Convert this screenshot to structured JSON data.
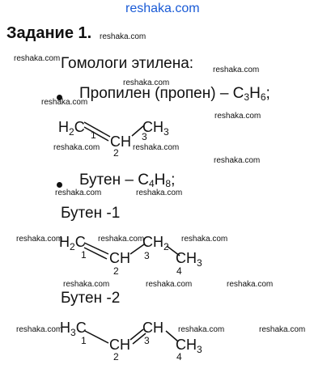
{
  "header": {
    "site": "reshaka.com"
  },
  "title": "Задание 1.",
  "intro": "Гомологи этилена:",
  "items": {
    "propylene": {
      "name": "Пропилен (пропен) – C",
      "c": "3",
      "h_label": "H",
      "h": "6",
      "end": ";"
    },
    "butene": {
      "name": "Бутен – C",
      "c": "4",
      "h_label": "H",
      "h": "8",
      "end": ";"
    }
  },
  "isomers": {
    "butene1": "Бутен -1",
    "butene2": "Бутен -2"
  },
  "formulas": {
    "propene": {
      "g1": "H2C",
      "g2": "CH",
      "g3": "CH3",
      "n1": "1",
      "n2": "2",
      "n3": "3"
    },
    "butene1": {
      "g1": "H2C",
      "g2": "CH",
      "g3": "CH2",
      "g4": "CH3",
      "n1": "1",
      "n2": "2",
      "n3": "3",
      "n4": "4"
    },
    "butene2": {
      "g1": "H3C",
      "g2": "CH",
      "g3": "CH",
      "g4": "CH3",
      "n1": "1",
      "n2": "2",
      "n3": "3",
      "n4": "4"
    }
  },
  "watermark": "reshaka.com"
}
